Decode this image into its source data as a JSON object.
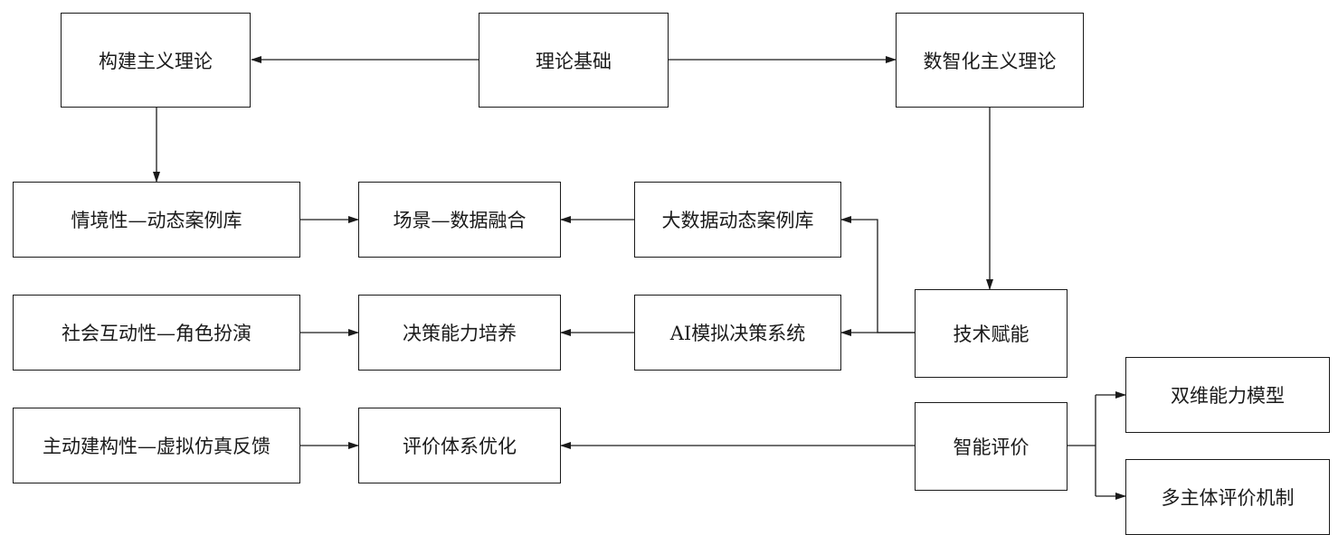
{
  "diagram": {
    "nodes": {
      "theory_basis": "理论基础",
      "constructivism": "构建主义理论",
      "digital_intelligence": "数智化主义理论",
      "situational": "情境性—动态案例库",
      "scene_data_fusion": "场景—数据融合",
      "big_data_case_lib": "大数据动态案例库",
      "social_interaction": "社会互动性—角色扮演",
      "decision_training": "决策能力培养",
      "ai_decision_system": "AI模拟决策系统",
      "tech_empower": "技术赋能",
      "active_construction": "主动建构性—虚拟仿真反馈",
      "eval_optimize": "评价体系优化",
      "smart_eval": "智能评价",
      "dual_dim_model": "双维能力模型",
      "multi_subject_eval": "多主体评价机制"
    },
    "edges": [
      {
        "from": "theory_basis",
        "to": "constructivism"
      },
      {
        "from": "theory_basis",
        "to": "digital_intelligence"
      },
      {
        "from": "constructivism",
        "to": "situational"
      },
      {
        "from": "digital_intelligence",
        "to": "tech_empower"
      },
      {
        "from": "situational",
        "to": "scene_data_fusion"
      },
      {
        "from": "big_data_case_lib",
        "to": "scene_data_fusion"
      },
      {
        "from": "tech_empower",
        "to": "big_data_case_lib"
      },
      {
        "from": "tech_empower",
        "to": "ai_decision_system"
      },
      {
        "from": "social_interaction",
        "to": "decision_training"
      },
      {
        "from": "ai_decision_system",
        "to": "decision_training"
      },
      {
        "from": "active_construction",
        "to": "eval_optimize"
      },
      {
        "from": "smart_eval",
        "to": "eval_optimize"
      },
      {
        "from": "smart_eval",
        "to": "dual_dim_model"
      },
      {
        "from": "smart_eval",
        "to": "multi_subject_eval"
      }
    ]
  }
}
